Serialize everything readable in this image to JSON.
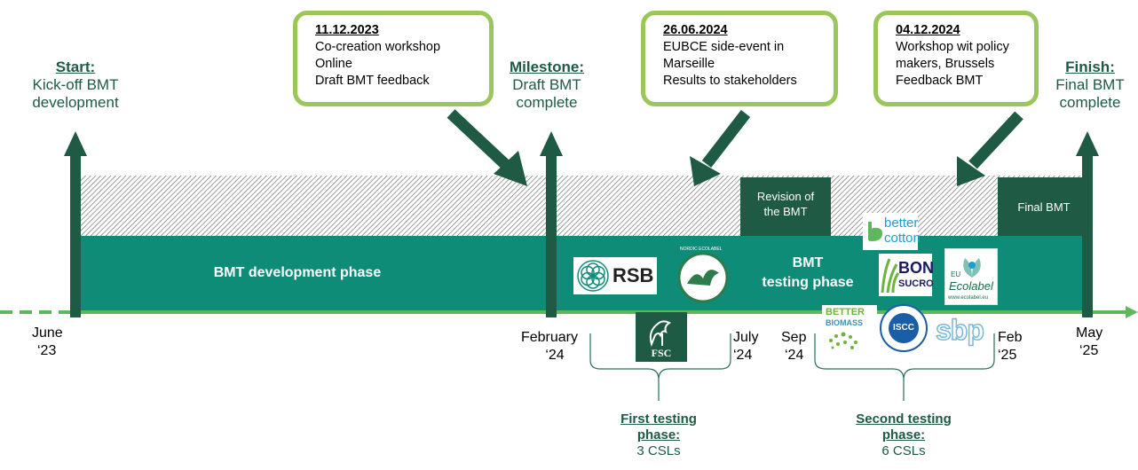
{
  "milestones": {
    "start": {
      "heading": "Start:",
      "line1": "Kick-off BMT",
      "line2": "development"
    },
    "milestone": {
      "heading": "Milestone:",
      "line1": "Draft BMT",
      "line2": "complete"
    },
    "finish": {
      "heading": "Finish:",
      "line1": "Final BMT",
      "line2": "complete"
    }
  },
  "callouts": [
    {
      "date": "11.12.2023",
      "lines": [
        "Co-creation workshop",
        "Online",
        "Draft BMT feedback"
      ]
    },
    {
      "date": "26.06.2024",
      "lines": [
        "EUBCE side-event in",
        "Marseille",
        "Results to stakeholders"
      ]
    },
    {
      "date": "04.12.2024",
      "lines": [
        "Workshop wit policy",
        "makers, Brussels",
        "Feedback BMT"
      ]
    }
  ],
  "phases": {
    "development": "BMT development phase",
    "testing_line1": "BMT",
    "testing_line2": "testing phase",
    "revision_line1": "Revision of",
    "revision_line2": "the BMT",
    "final": "Final BMT"
  },
  "dates": {
    "june": {
      "month": "June",
      "year": "‘23"
    },
    "february": {
      "month": "February",
      "year": "‘24"
    },
    "july": {
      "month": "July",
      "year": "‘24"
    },
    "sep": {
      "month": "Sep",
      "year": "‘24"
    },
    "feb": {
      "month": "Feb",
      "year": "‘25"
    },
    "may": {
      "month": "May",
      "year": "‘25"
    }
  },
  "testing_phases": {
    "first": {
      "heading1": "First testing",
      "heading2": "phase:",
      "count": "3 CSLs"
    },
    "second": {
      "heading1": "Second testing",
      "heading2": "phase:",
      "count": "6 CSLs"
    }
  },
  "logos": {
    "rsb": "RSB",
    "nordic": "NORDIC ECOLABEL",
    "fsc": "FSC",
    "better_cotton_1": "better",
    "better_cotton_2": "cotton",
    "bonsucro_1": "BON",
    "bonsucro_2": "SUCRO",
    "eu_1": "EU",
    "eu_2": "Ecolabel",
    "eu_3": "www.ecolabel.eu",
    "better_biomass_1": "BETTER",
    "better_biomass_2": "BIOMASS",
    "iscc": "ISCC",
    "sbp": "sbp"
  },
  "colors": {
    "teal": "#0F8C78",
    "dark_green": "#1E5A44",
    "light_green": "#9BC75A",
    "timeline_green": "#5DB85C"
  }
}
